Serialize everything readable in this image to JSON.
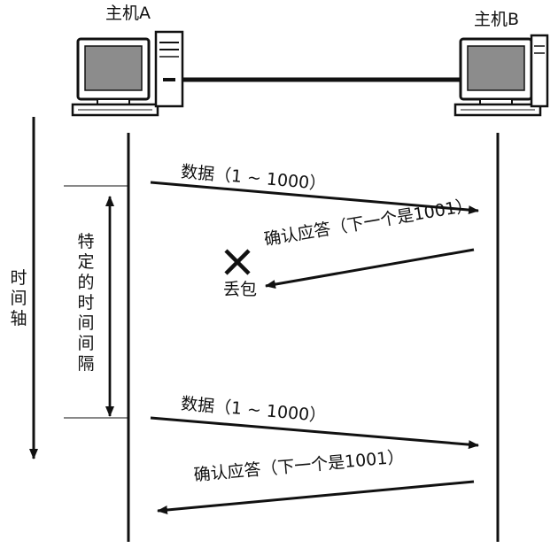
{
  "hosts": {
    "a_label": "主机A",
    "b_label": "主机B"
  },
  "time_axis_label": "时间轴",
  "interval_label": "特定的时间间隔",
  "messages": [
    {
      "label": "数据（1 ~ 1000）"
    },
    {
      "label": "确认应答（下一个是1001）"
    },
    {
      "label": "数据（1 ~ 1000）"
    },
    {
      "label": "确认应答（下一个是1001）"
    }
  ],
  "loss_label": "丢包",
  "colors": {
    "ink": "#111111",
    "screen": "#8c8c8c",
    "background": "#ffffff"
  }
}
